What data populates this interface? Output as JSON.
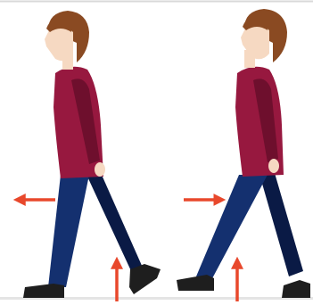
{
  "figures": [
    {
      "name": "walking-woman-left",
      "force_arrow": "left"
    },
    {
      "name": "walking-woman-right",
      "force_arrow": "right"
    }
  ],
  "colors": {
    "top_line": "#d9d9d9",
    "ground": "#e4e4e4",
    "hair": "#8a4a22",
    "skin": "#f6d9c2",
    "sweater": "#97183f",
    "sweater_shadow": "#6e0f2d",
    "jeans": "#14306f",
    "jeans_back": "#0a1a45",
    "shoe": "#1e1e1e",
    "arrow": "#e8482c"
  },
  "arrows": [
    "left-horizontal",
    "vertical-up",
    "right-horizontal",
    "vertical-up"
  ]
}
